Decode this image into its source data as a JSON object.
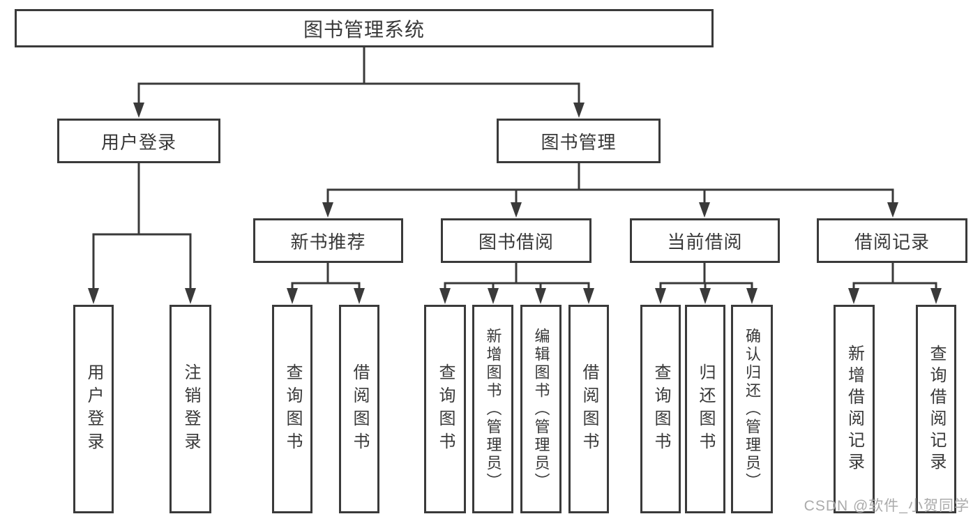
{
  "colors": {
    "line": "#3a3a3a",
    "text": "#383838",
    "watermark": "#ababab",
    "background": "#ffffff"
  },
  "watermark": "CSDN @软件_小贺同学",
  "tree": {
    "root": {
      "label": "图书管理系统",
      "children": [
        {
          "label": "用户登录",
          "children": [
            {
              "label": "用户登录"
            },
            {
              "label": "注销登录"
            }
          ]
        },
        {
          "label": "图书管理",
          "children": [
            {
              "label": "新书推荐",
              "children": [
                {
                  "label": "查询图书"
                },
                {
                  "label": "借阅图书"
                }
              ]
            },
            {
              "label": "图书借阅",
              "children": [
                {
                  "label": "查询图书"
                },
                {
                  "label": "新增图书（管理员）"
                },
                {
                  "label": "编辑图书（管理员）"
                },
                {
                  "label": "借阅图书"
                }
              ]
            },
            {
              "label": "当前借阅",
              "children": [
                {
                  "label": "查询图书"
                },
                {
                  "label": "归还图书"
                },
                {
                  "label": "确认归还（管理员）"
                }
              ]
            },
            {
              "label": "借阅记录",
              "children": [
                {
                  "label": "新增借阅记录"
                },
                {
                  "label": "查询借阅记录"
                }
              ]
            }
          ]
        }
      ]
    }
  }
}
